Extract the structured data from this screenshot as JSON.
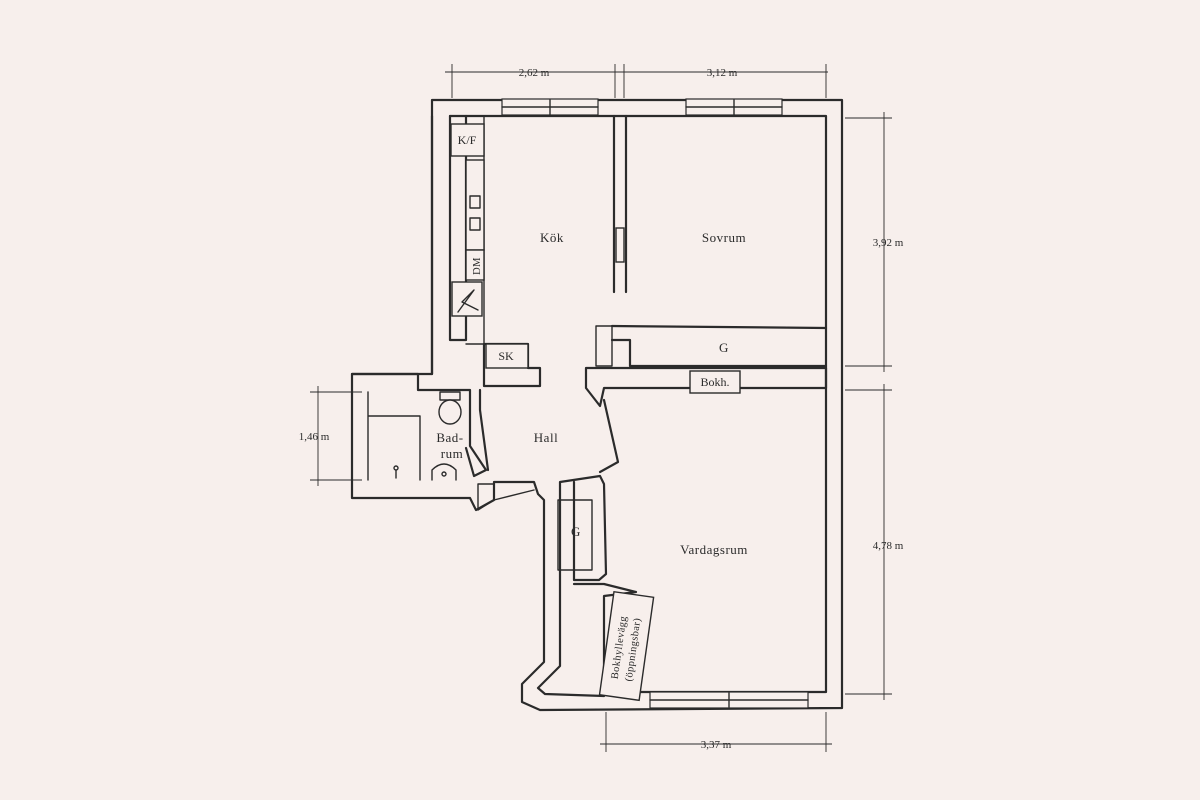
{
  "dimensions": {
    "kitchen_width": "2,62 m",
    "bedroom_width": "3,12 m",
    "bedroom_depth": "3,92 m",
    "bathroom_depth": "1,46 m",
    "living_depth": "4,78 m",
    "living_width": "3,37 m"
  },
  "rooms": {
    "kitchen": "Kök",
    "bedroom": "Sovrum",
    "hall": "Hall",
    "bathroom_line1": "Bad-",
    "bathroom_line2": "rum",
    "living": "Vardagsrum",
    "wardrobe_bedroom": "G",
    "wardrobe_hall": "G"
  },
  "fixtures": {
    "fridge_freezer": "K/F",
    "dishwasher": "DM",
    "cabinet": "SK",
    "bookshelf": "Bokh.",
    "bookwall_line1": "Bokhyllevägg",
    "bookwall_line2": "(öppningsbar)"
  }
}
